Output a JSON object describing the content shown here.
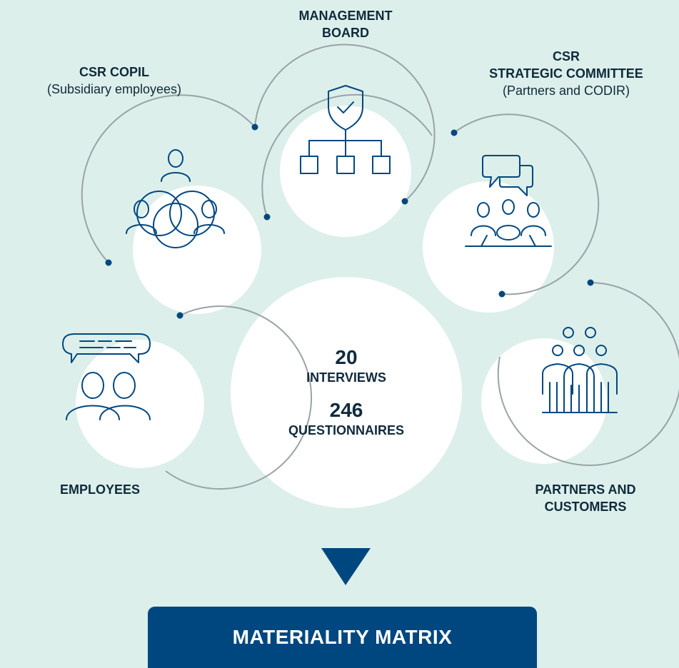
{
  "colors": {
    "background": "#dcefea",
    "navy": "#004780",
    "text": "#102a3c",
    "line_gray": "#9aa3a6",
    "white": "#ffffff"
  },
  "groups": {
    "management": {
      "title_line1": "MANAGEMENT",
      "title_line2": "BOARD",
      "icon": "org-chart-shield-icon"
    },
    "copil": {
      "title": "CSR COPIL",
      "subtitle": "(Subsidiary employees)",
      "icon": "overlapping-people-icon"
    },
    "strategic": {
      "title_line1": "CSR",
      "title_line2": "STRATEGIC COMMITTEE",
      "subtitle": "(Partners and CODIR)",
      "icon": "meeting-speech-bubbles-icon"
    },
    "employees": {
      "title": "EMPLOYEES",
      "icon": "two-people-chat-icon"
    },
    "partners": {
      "title_line1": "PARTNERS AND",
      "title_line2": "CUSTOMERS",
      "icon": "group-of-people-icon"
    }
  },
  "stats": {
    "interviews_value": "20",
    "interviews_label": "INTERVIEWS",
    "questionnaires_value": "246",
    "questionnaires_label": "QUESTIONNAIRES"
  },
  "arrow_icon": "down-triangle-icon",
  "result": {
    "label": "MATERIALITY MATRIX"
  }
}
